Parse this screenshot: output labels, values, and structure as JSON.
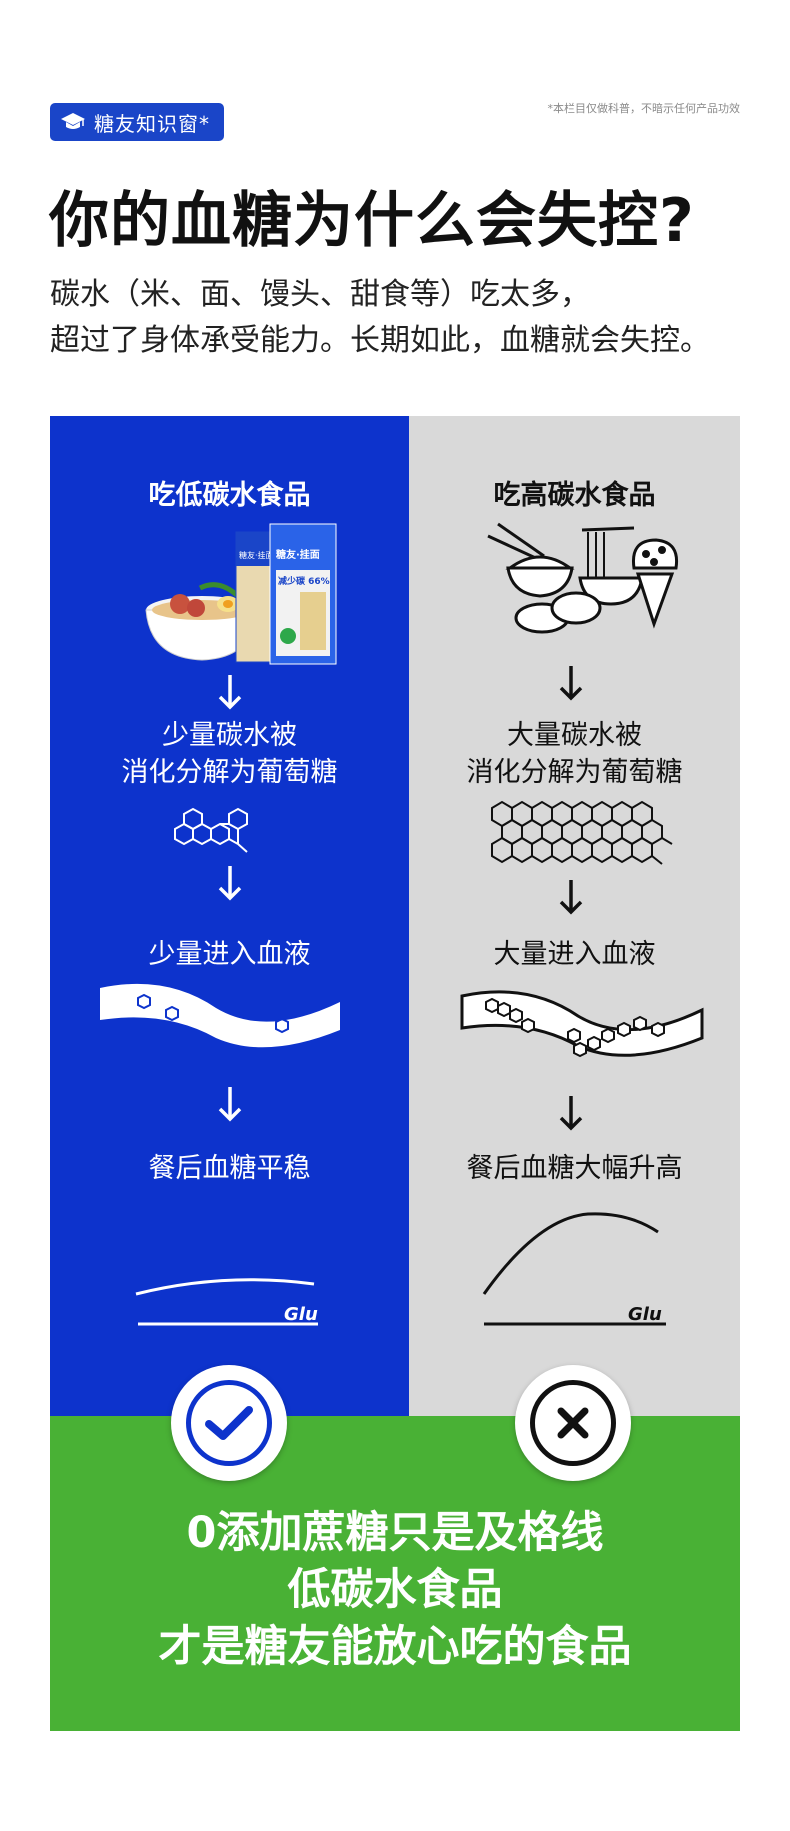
{
  "header": {
    "badge_label": "糖友知识窗*",
    "disclaimer": "*本栏目仅做科普，不暗示任何产品功效",
    "title": "你的血糖为什么会失控?",
    "intro_lines": [
      "碳水（米、面、馒头、甜食等）吃太多，",
      "超过了身体承受能力。长期如此，血糖就会失控。"
    ]
  },
  "left": {
    "heading": "吃低碳水食品",
    "step1_lines": [
      "少量碳水被",
      "消化分解为葡萄糖"
    ],
    "step2": "少量进入血液",
    "step3": "餐后血糖平稳",
    "glu_label": "Glu",
    "package_small_label": "糖友·挂面",
    "package_large_label": "糖友·挂面",
    "package_percent": "减少碳 66%"
  },
  "right": {
    "heading": "吃高碳水食品",
    "step1_lines": [
      "大量碳水被",
      "消化分解为葡萄糖"
    ],
    "step2": "大量进入血液",
    "step3": "餐后血糖大幅升高",
    "glu_label": "Glu"
  },
  "conclusion": {
    "lines": [
      "0添加蔗糖只是及格线",
      "低碳水食品",
      "才是糖友能放心吃的食品"
    ]
  },
  "colors": {
    "blue": "#0d33cc",
    "gray": "#d9d9d9",
    "green": "#49b135",
    "badge": "#1a45c8"
  },
  "icons": [
    "graduation-cap-icon",
    "down-arrow-icon",
    "check-icon",
    "cross-icon",
    "hexagon-molecule-icon"
  ]
}
